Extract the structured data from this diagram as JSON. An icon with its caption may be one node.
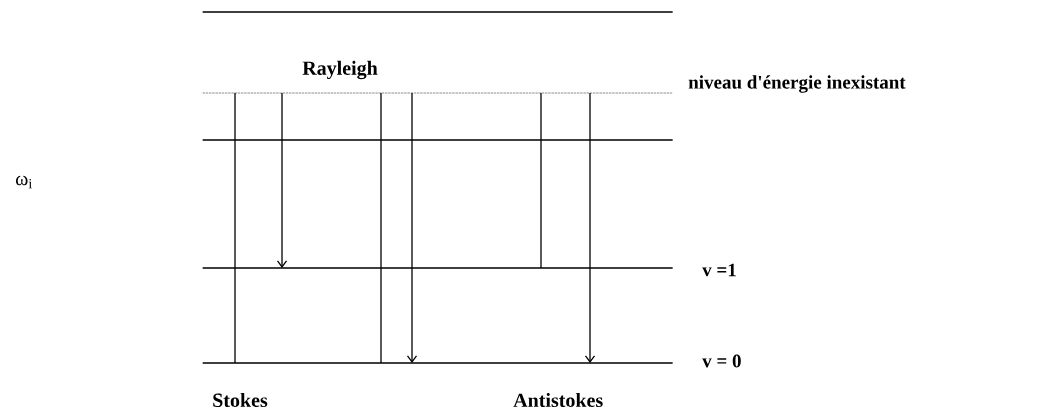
{
  "diagram": {
    "nodes": [
      {
        "text": [],
        "shape": "line"
      },
      {
        "text": [],
        "shape": "line",
        "beside": [
          "niveau d'énergie inexistant"
        ]
      },
      {
        "text": [],
        "shape": "line"
      },
      {
        "text": [],
        "shape": "line",
        "beside": [
          "v =1"
        ]
      },
      {
        "text": [],
        "shape": "line",
        "beside": [
          "v = 0"
        ]
      }
    ],
    "edges": [
      {
        "from": 4,
        "to": 1,
        "arrow": "none"
      },
      {
        "from": 1,
        "to": 3,
        "arrow": "to"
      },
      {
        "from": 4,
        "to": 1,
        "arrow": "none"
      },
      {
        "from": 1,
        "to": 4,
        "arrow": "to"
      },
      {
        "from": 3,
        "to": 1,
        "arrow": "none"
      },
      {
        "from": 1,
        "to": 4,
        "arrow": "to"
      }
    ],
    "labels": [
      "Rayleigh",
      "ω$_{i}$",
      "Stokes",
      "Antistokes"
    ]
  }
}
